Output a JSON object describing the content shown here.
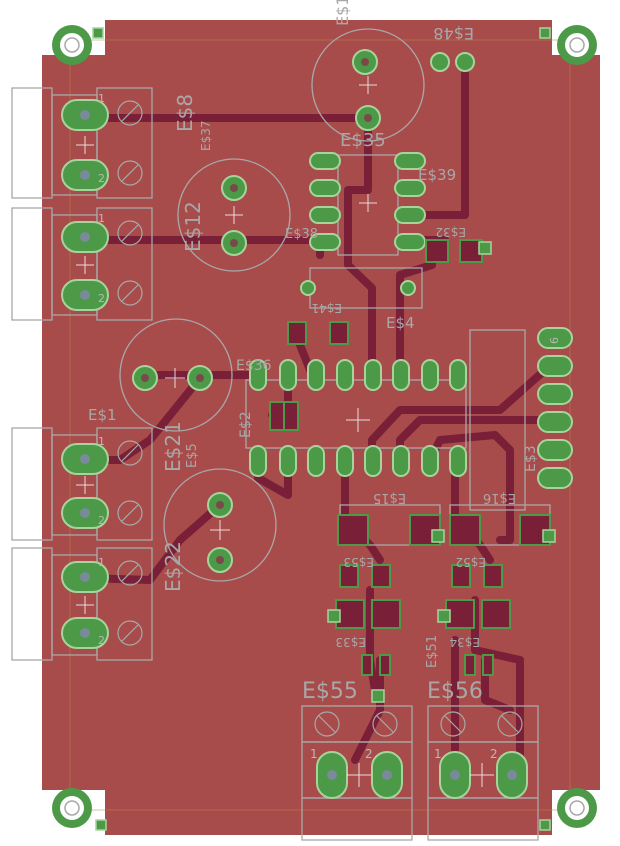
{
  "colors": {
    "board": "#a84b4b",
    "trace": "#7a1f38",
    "pad": "#4c9a48",
    "pad_light": "#a6d49c",
    "silk": "#a8a8a8",
    "bg": "#ffffff"
  },
  "labels": {
    "es1_top": "E$1",
    "es48": "E$48",
    "es35": "E$35",
    "es39": "E$39",
    "es38": "E$38",
    "es32": "E$32",
    "es8": "E$8",
    "es37": "E$37",
    "es12": "E$12",
    "es4": "E$4",
    "es41": "E$41",
    "es36": "E$36",
    "es1_left": "E$1",
    "es2": "E$2",
    "es21": "E$21",
    "es5": "E$5",
    "es22": "E$22",
    "es3": "E$3",
    "es15": "E$15",
    "es16": "E$16",
    "es53": "E$53",
    "es52": "E$52",
    "es33": "E$33",
    "es34": "E$34",
    "es51": "E$51",
    "es55": "E$55",
    "es56": "E$56",
    "pin1": "1",
    "pin2": "2",
    "pin6": "6"
  }
}
